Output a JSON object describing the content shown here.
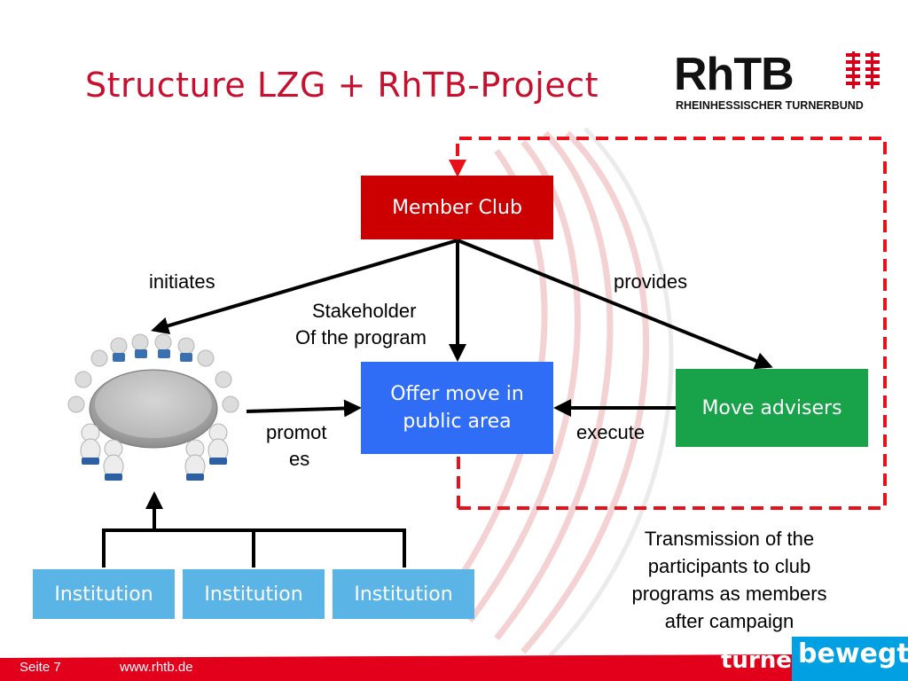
{
  "slide": {
    "title": "Structure LZG + RhTB-Project"
  },
  "logo": {
    "word": "RhTB",
    "subtitle": "RHEINHESSISCHER TURNERBUND"
  },
  "nodes": {
    "member_club": "Member Club",
    "offer_line1": "Offer move in",
    "offer_line2": "public area",
    "move_advisers": "Move advisers",
    "institutions": [
      "Institution",
      "Institution",
      "Institution"
    ]
  },
  "labels": {
    "initiates": "initiates",
    "provides": "provides",
    "stakeholder_line1": "Stakeholder",
    "stakeholder_line2": "Of the program",
    "promotes_line1": "promot",
    "promotes_line2": "es",
    "execute": "execute",
    "transmission": [
      "Transmission of the",
      "participants to club",
      "programs as members",
      "after campaign"
    ]
  },
  "footer": {
    "page": "Seite 7",
    "url": "www.rhtb.de",
    "brand_left": "turnen",
    "brand_right": "bewegt"
  },
  "colors": {
    "title": "#c8102e",
    "member_club": "#cc0000",
    "offer": "#2f6df6",
    "advisers": "#18a34a",
    "institution": "#5bb4e6",
    "footer_red": "#e3001b",
    "bewegt_blue": "#00a0e3",
    "dashed_loop": "#e8111b"
  },
  "icons": {
    "meeting": "round-table-meeting-icon"
  }
}
